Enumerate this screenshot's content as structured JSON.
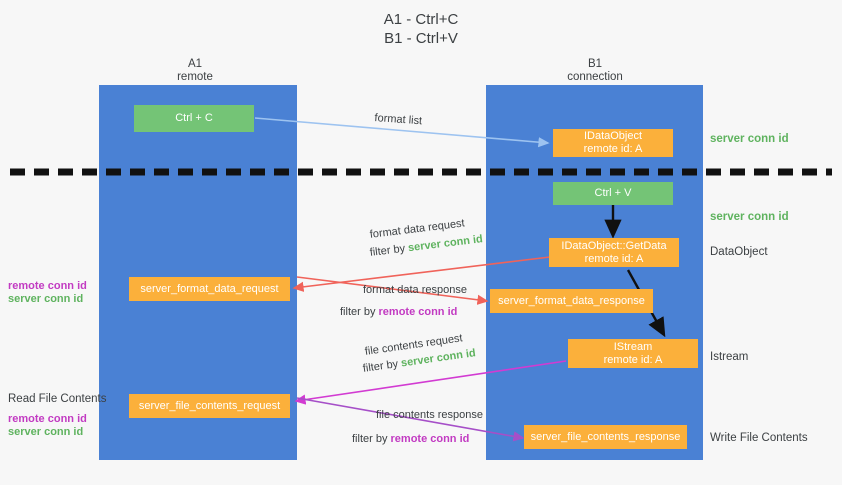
{
  "title": {
    "line1": "A1 - Ctrl+C",
    "line2": "B1 - Ctrl+V"
  },
  "columns": [
    {
      "name": "A1",
      "sub": "remote"
    },
    {
      "name": "B1",
      "sub": "connection"
    }
  ],
  "boxes": {
    "ctrl_c": {
      "label": "Ctrl + C",
      "color": "#74c476"
    },
    "ctrl_v": {
      "label": "Ctrl + V",
      "color": "#74c476"
    },
    "idataobject": {
      "line1": "IDataObject",
      "line2": "remote id: A",
      "color": "#fbb03b"
    },
    "getdata": {
      "line1": "IDataObject::GetData",
      "line2": "remote id: A",
      "color": "#fbb03b"
    },
    "istream": {
      "line1": "IStream",
      "line2": "remote id: A",
      "color": "#fbb03b"
    },
    "server_format_data_request": {
      "label": "server_format_data_request",
      "color": "#fbb03b"
    },
    "server_format_data_response": {
      "label": "server_format_data_response",
      "color": "#fbb03b"
    },
    "server_file_contents_request": {
      "label": "server_file_contents_request",
      "color": "#fbb03b"
    },
    "server_file_contents_response": {
      "label": "server_file_contents_response",
      "color": "#fbb03b"
    }
  },
  "right_labels": {
    "server_conn_id_1": "server conn id",
    "server_conn_id_2": "server conn id",
    "dataobject": "DataObject",
    "istream": "Istream",
    "write_file_contents": "Write File Contents"
  },
  "left_labels": {
    "remote_conn_id_1": "remote conn id",
    "server_conn_id_1": "server conn id",
    "read_file_contents": "Read File Contents",
    "remote_conn_id_2": "remote conn id",
    "server_conn_id_2": "server conn id"
  },
  "captions": {
    "format_list": "format list",
    "format_data_request": "format data request",
    "format_data_request_filter_prefix": "filter by ",
    "format_data_request_filter_key": "server conn id",
    "format_data_response": "format data response",
    "format_data_response_filter_prefix": "filter by ",
    "format_data_response_filter_key": "remote conn id",
    "file_contents_request": "file contents request",
    "file_contents_request_filter_prefix": "filter by ",
    "file_contents_request_filter_key": "server conn id",
    "file_contents_response": "file contents response",
    "file_contents_response_filter_prefix": "filter by ",
    "file_contents_response_filter_key": "remote conn id"
  },
  "colors": {
    "lane": "#4a81d4",
    "green": "#74c476",
    "orange": "#fbb03b",
    "server_conn": "#5fb35f",
    "remote_conn": "#c23bc2",
    "arrow_blue": "#9dc3f0",
    "arrow_red": "#f0635a",
    "arrow_magenta": "#d23bd2",
    "arrow_purple": "#9b4fc8",
    "arrow_dark": "#1a1a1a",
    "background": "#f7f7f7",
    "dash": "#111111"
  }
}
